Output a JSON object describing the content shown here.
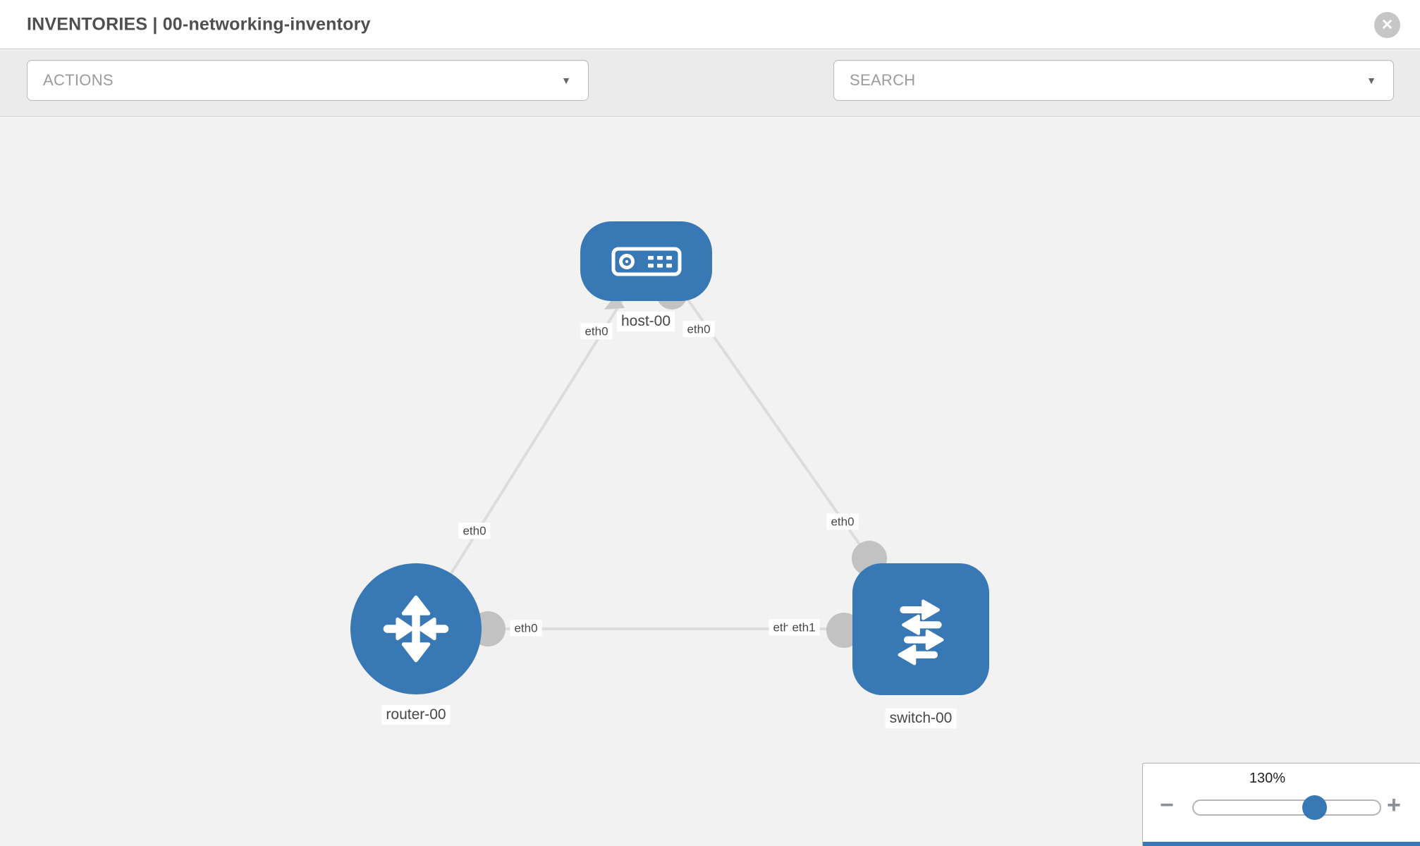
{
  "header": {
    "title": "INVENTORIES | 00-networking-inventory",
    "close_glyph": "✕"
  },
  "toolbar": {
    "actions_label": "ACTIONS",
    "search_label": "SEARCH",
    "caret_glyph": "▼"
  },
  "colors": {
    "node_blue": "#3878b4",
    "link_gray": "#dcdcdc",
    "interface_gray": "#c2c2c2",
    "canvas_bg": "#f2f2f2",
    "toolbar_bg": "#ebebeb"
  },
  "topology": {
    "nodes": [
      {
        "label": "host-00",
        "type": "host"
      },
      {
        "label": "router-00",
        "type": "router"
      },
      {
        "label": "switch-00",
        "type": "switch"
      }
    ],
    "links": [
      {
        "from": "host-00",
        "to": "router-00"
      },
      {
        "from": "host-00",
        "to": "switch-00"
      },
      {
        "from": "router-00",
        "to": "switch-00"
      }
    ],
    "interface_labels": [
      {
        "text": "eth0",
        "loc": "host-left"
      },
      {
        "text": "eth0",
        "loc": "host-right"
      },
      {
        "text": "eth0",
        "loc": "link-host-router"
      },
      {
        "text": "eth0",
        "loc": "link-host-switch"
      },
      {
        "text": "eth0",
        "loc": "router-right"
      },
      {
        "text": "eth0",
        "loc": "switch-left-back"
      },
      {
        "text": "eth1",
        "loc": "switch-left-front"
      }
    ]
  },
  "zoom_widget": {
    "level": "130%",
    "minus_glyph": "−",
    "plus_glyph": "+"
  }
}
